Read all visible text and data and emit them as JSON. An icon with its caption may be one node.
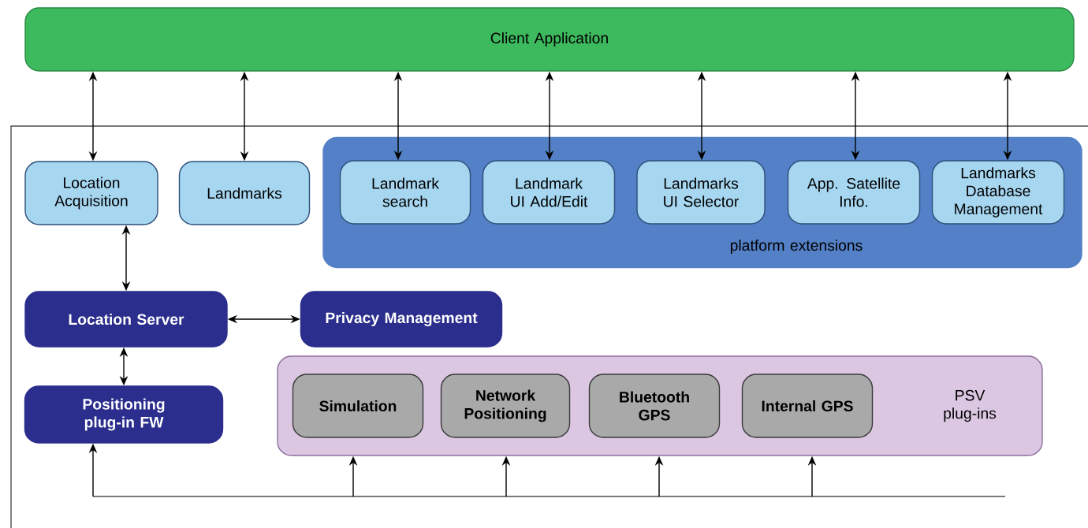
{
  "diagram": {
    "nodes": [
      {
        "text": [
          "Client Application"
        ]
      },
      {
        "text": [
          "Location Acquisition"
        ]
      },
      {
        "text": [
          "Landmarks"
        ]
      },
      {
        "text": [
          "platform extensions"
        ]
      },
      {
        "text": [
          "Landmark search"
        ],
        "in": 3
      },
      {
        "text": [
          "Landmark UI Add/Edit"
        ],
        "in": 3
      },
      {
        "text": [
          "Landmarks UI Selector"
        ],
        "in": 3
      },
      {
        "text": [
          "App. Satellite Info."
        ],
        "in": 3
      },
      {
        "text": [
          "Landmarks Database Management"
        ],
        "in": 3
      },
      {
        "text": [
          "Location Server"
        ]
      },
      {
        "text": [
          "Privacy Management"
        ]
      },
      {
        "text": [
          "Positioning plug-in FW"
        ]
      },
      {
        "text": [
          "PSV plug-ins"
        ]
      },
      {
        "text": [
          "Simulation"
        ],
        "in": 12
      },
      {
        "text": [
          "Network Positioning"
        ],
        "in": 12
      },
      {
        "text": [
          "Bluetooth GPS"
        ],
        "in": 12
      },
      {
        "text": [
          "Internal GPS"
        ],
        "in": 12
      }
    ],
    "edges": [
      {
        "from": 0,
        "to": 1,
        "arrow": "both"
      },
      {
        "from": 0,
        "to": 2,
        "arrow": "both"
      },
      {
        "from": 0,
        "to": 4,
        "arrow": "both"
      },
      {
        "from": 0,
        "to": 5,
        "arrow": "both"
      },
      {
        "from": 0,
        "to": 6,
        "arrow": "both"
      },
      {
        "from": 0,
        "to": 7,
        "arrow": "both"
      },
      {
        "from": 0,
        "to": 8,
        "arrow": "both"
      },
      {
        "from": 1,
        "to": 9,
        "arrow": "both"
      },
      {
        "from": 9,
        "to": 10,
        "arrow": "both"
      },
      {
        "from": 9,
        "to": 11,
        "arrow": "both"
      },
      {
        "from": null,
        "to": 11,
        "arrow": "to"
      },
      {
        "from": null,
        "to": 12,
        "arrow": "to"
      },
      {
        "from": null,
        "to": 12,
        "arrow": "to"
      },
      {
        "from": null,
        "to": 12,
        "arrow": "to"
      },
      {
        "from": null,
        "to": 12,
        "arrow": "to"
      }
    ]
  }
}
